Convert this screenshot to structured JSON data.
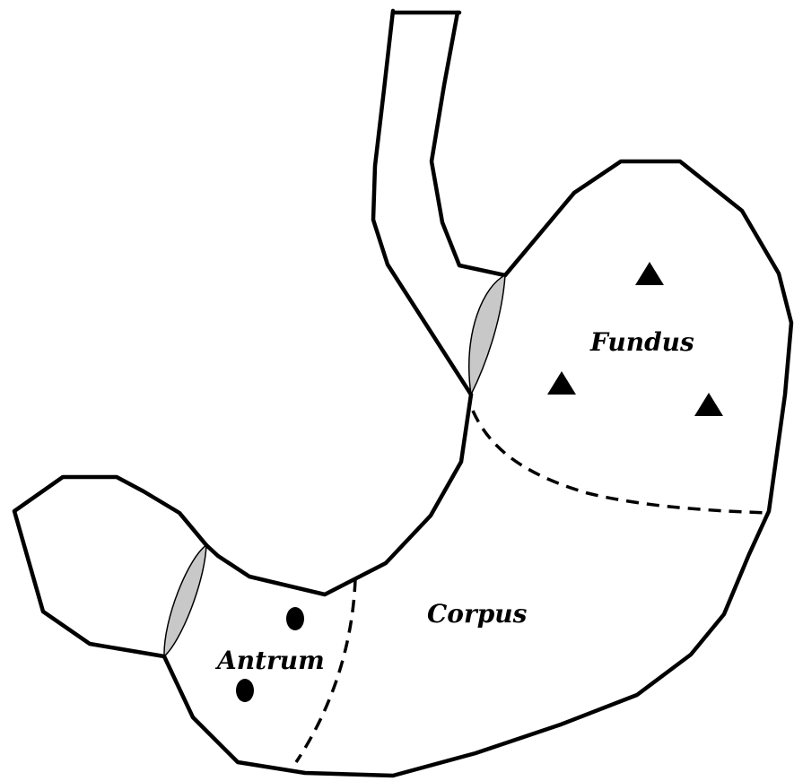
{
  "regions": {
    "fundus": "Fundus",
    "corpus": "Corpus",
    "antrum": "Antrum"
  },
  "markers": {
    "fundus_marker": "triangle",
    "antrum_marker": "circle"
  },
  "colors": {
    "outline": "#000000",
    "sphincter_fill": "#c8c8c8",
    "background": "#ffffff"
  }
}
